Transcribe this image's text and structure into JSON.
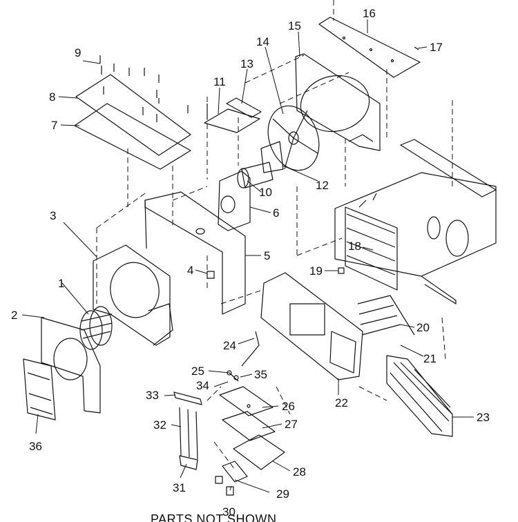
{
  "labels": {
    "p1": "1",
    "p2": "2",
    "p3": "3",
    "p4": "4",
    "p5": "5",
    "p6": "6",
    "p7": "7",
    "p8": "8",
    "p9": "9",
    "p10": "10",
    "p11": "11",
    "p12": "12",
    "p13": "13",
    "p14": "14",
    "p15": "15",
    "p16": "16",
    "p17": "17",
    "p18": "18",
    "p19": "19",
    "p20": "20",
    "p21": "21",
    "p22": "22",
    "p23": "23",
    "p24": "24",
    "p25": "25",
    "p26": "26",
    "p27": "27",
    "p28": "28",
    "p29": "29",
    "p30": "30",
    "p31": "31",
    "p32": "32",
    "p33": "33",
    "p34": "34",
    "p35": "35",
    "p36": "36"
  },
  "footer": "PARTS NOT SHOWN"
}
